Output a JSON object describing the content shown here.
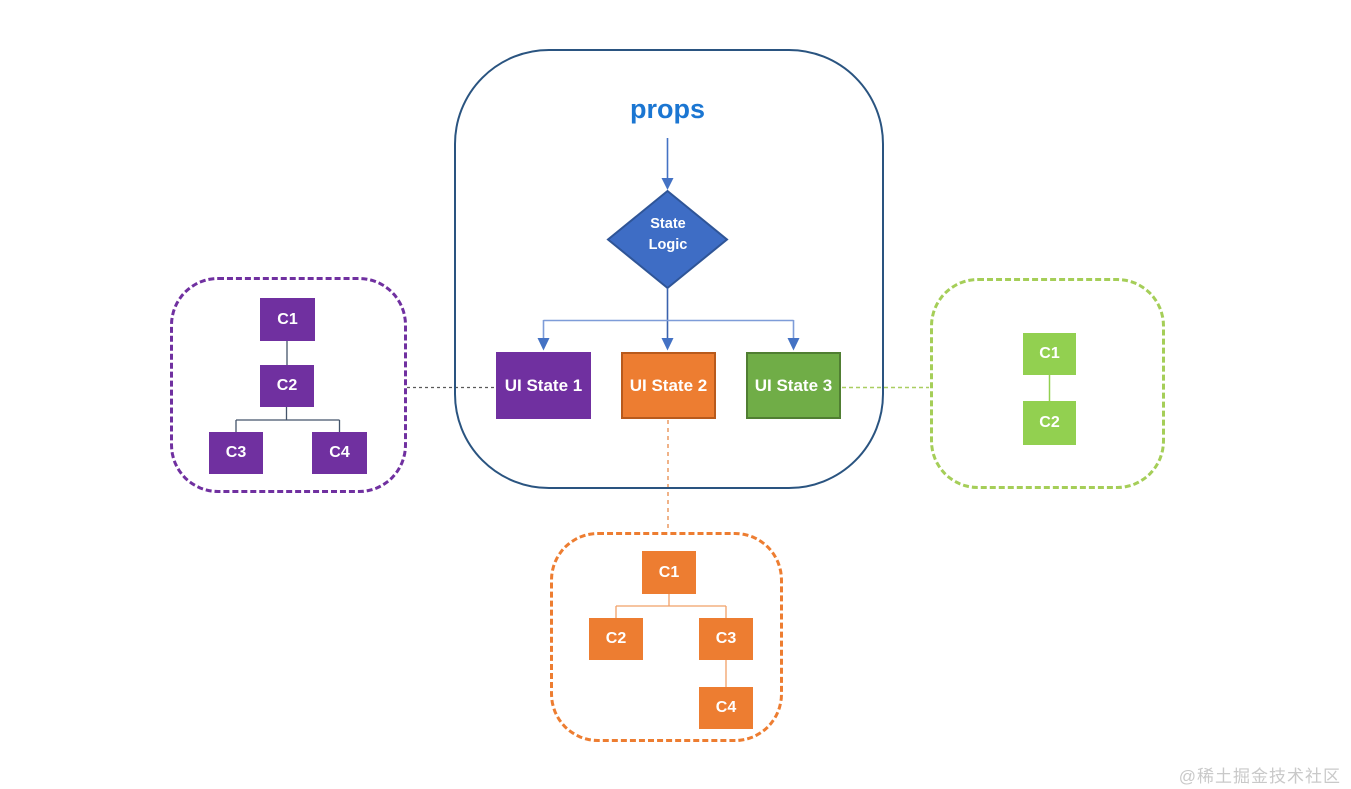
{
  "flow": {
    "props_label": "props",
    "decision_label": "State Logic",
    "ui_states": [
      {
        "label": "UI State 1",
        "color": "#7030A0"
      },
      {
        "label": "UI State 2",
        "color": "#ED7D31"
      },
      {
        "label": "UI State 3",
        "color": "#70AD47"
      }
    ]
  },
  "trees": {
    "purple": {
      "color": "#7030A0",
      "nodes": [
        "C1",
        "C2",
        "C3",
        "C4"
      ]
    },
    "orange": {
      "color": "#ED7D31",
      "nodes": [
        "C1",
        "C2",
        "C3",
        "C4"
      ]
    },
    "green": {
      "color": "#92D050",
      "nodes": [
        "C1",
        "C2"
      ]
    }
  },
  "colors": {
    "outer_border": "#2A5480",
    "props_text": "#1B76D2",
    "diamond_fill": "#3E6DC5",
    "diamond_border": "#2F5597",
    "arrow": "#4472C4",
    "branch_line": "#7E9CD8",
    "gray_link": "#595959",
    "green_link": "#A9CE61",
    "orange_link": "#EDA06B",
    "light_green": "#92D050"
  },
  "watermark": "@稀土掘金技术社区"
}
